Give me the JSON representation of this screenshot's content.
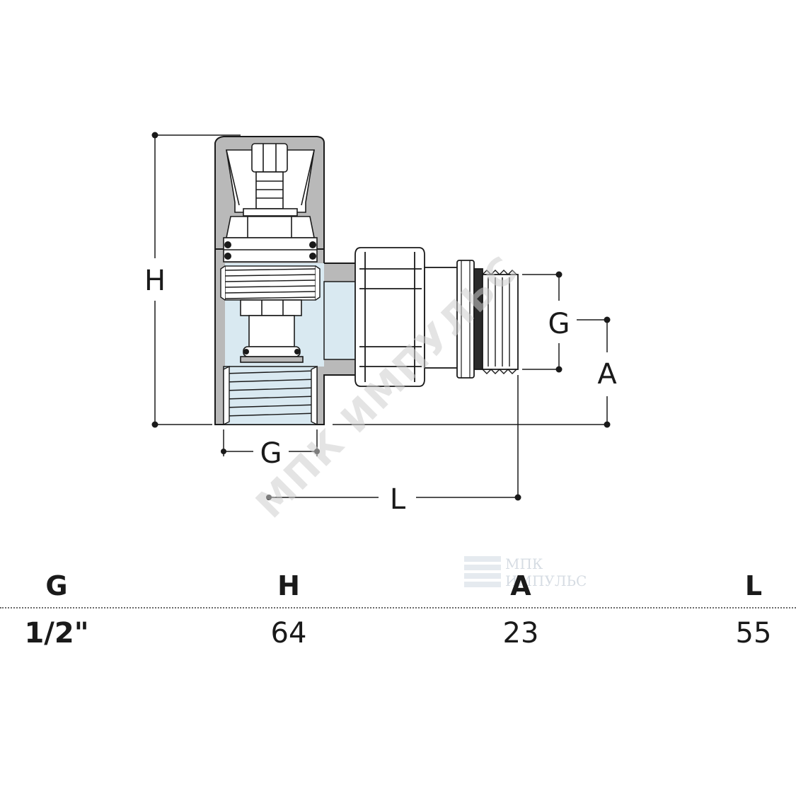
{
  "diagram": {
    "dimension_labels": {
      "height": "H",
      "thread_bottom": "G",
      "thread_side": "G",
      "axis": "A",
      "length": "L"
    },
    "colors": {
      "outline": "#1a1a1a",
      "body_grey": "#b9b9b9",
      "water_blue": "#d9e9f1",
      "metal_white": "#ffffff"
    }
  },
  "watermark": {
    "diagonal_text": "МПК ИМПУЛЬС",
    "logo_line1": "МПК",
    "logo_line2": "ИМПУЛЬС"
  },
  "table": {
    "headers": [
      "G",
      "H",
      "A",
      "L"
    ],
    "row": [
      "1/2\"",
      "64",
      "23",
      "55"
    ]
  }
}
